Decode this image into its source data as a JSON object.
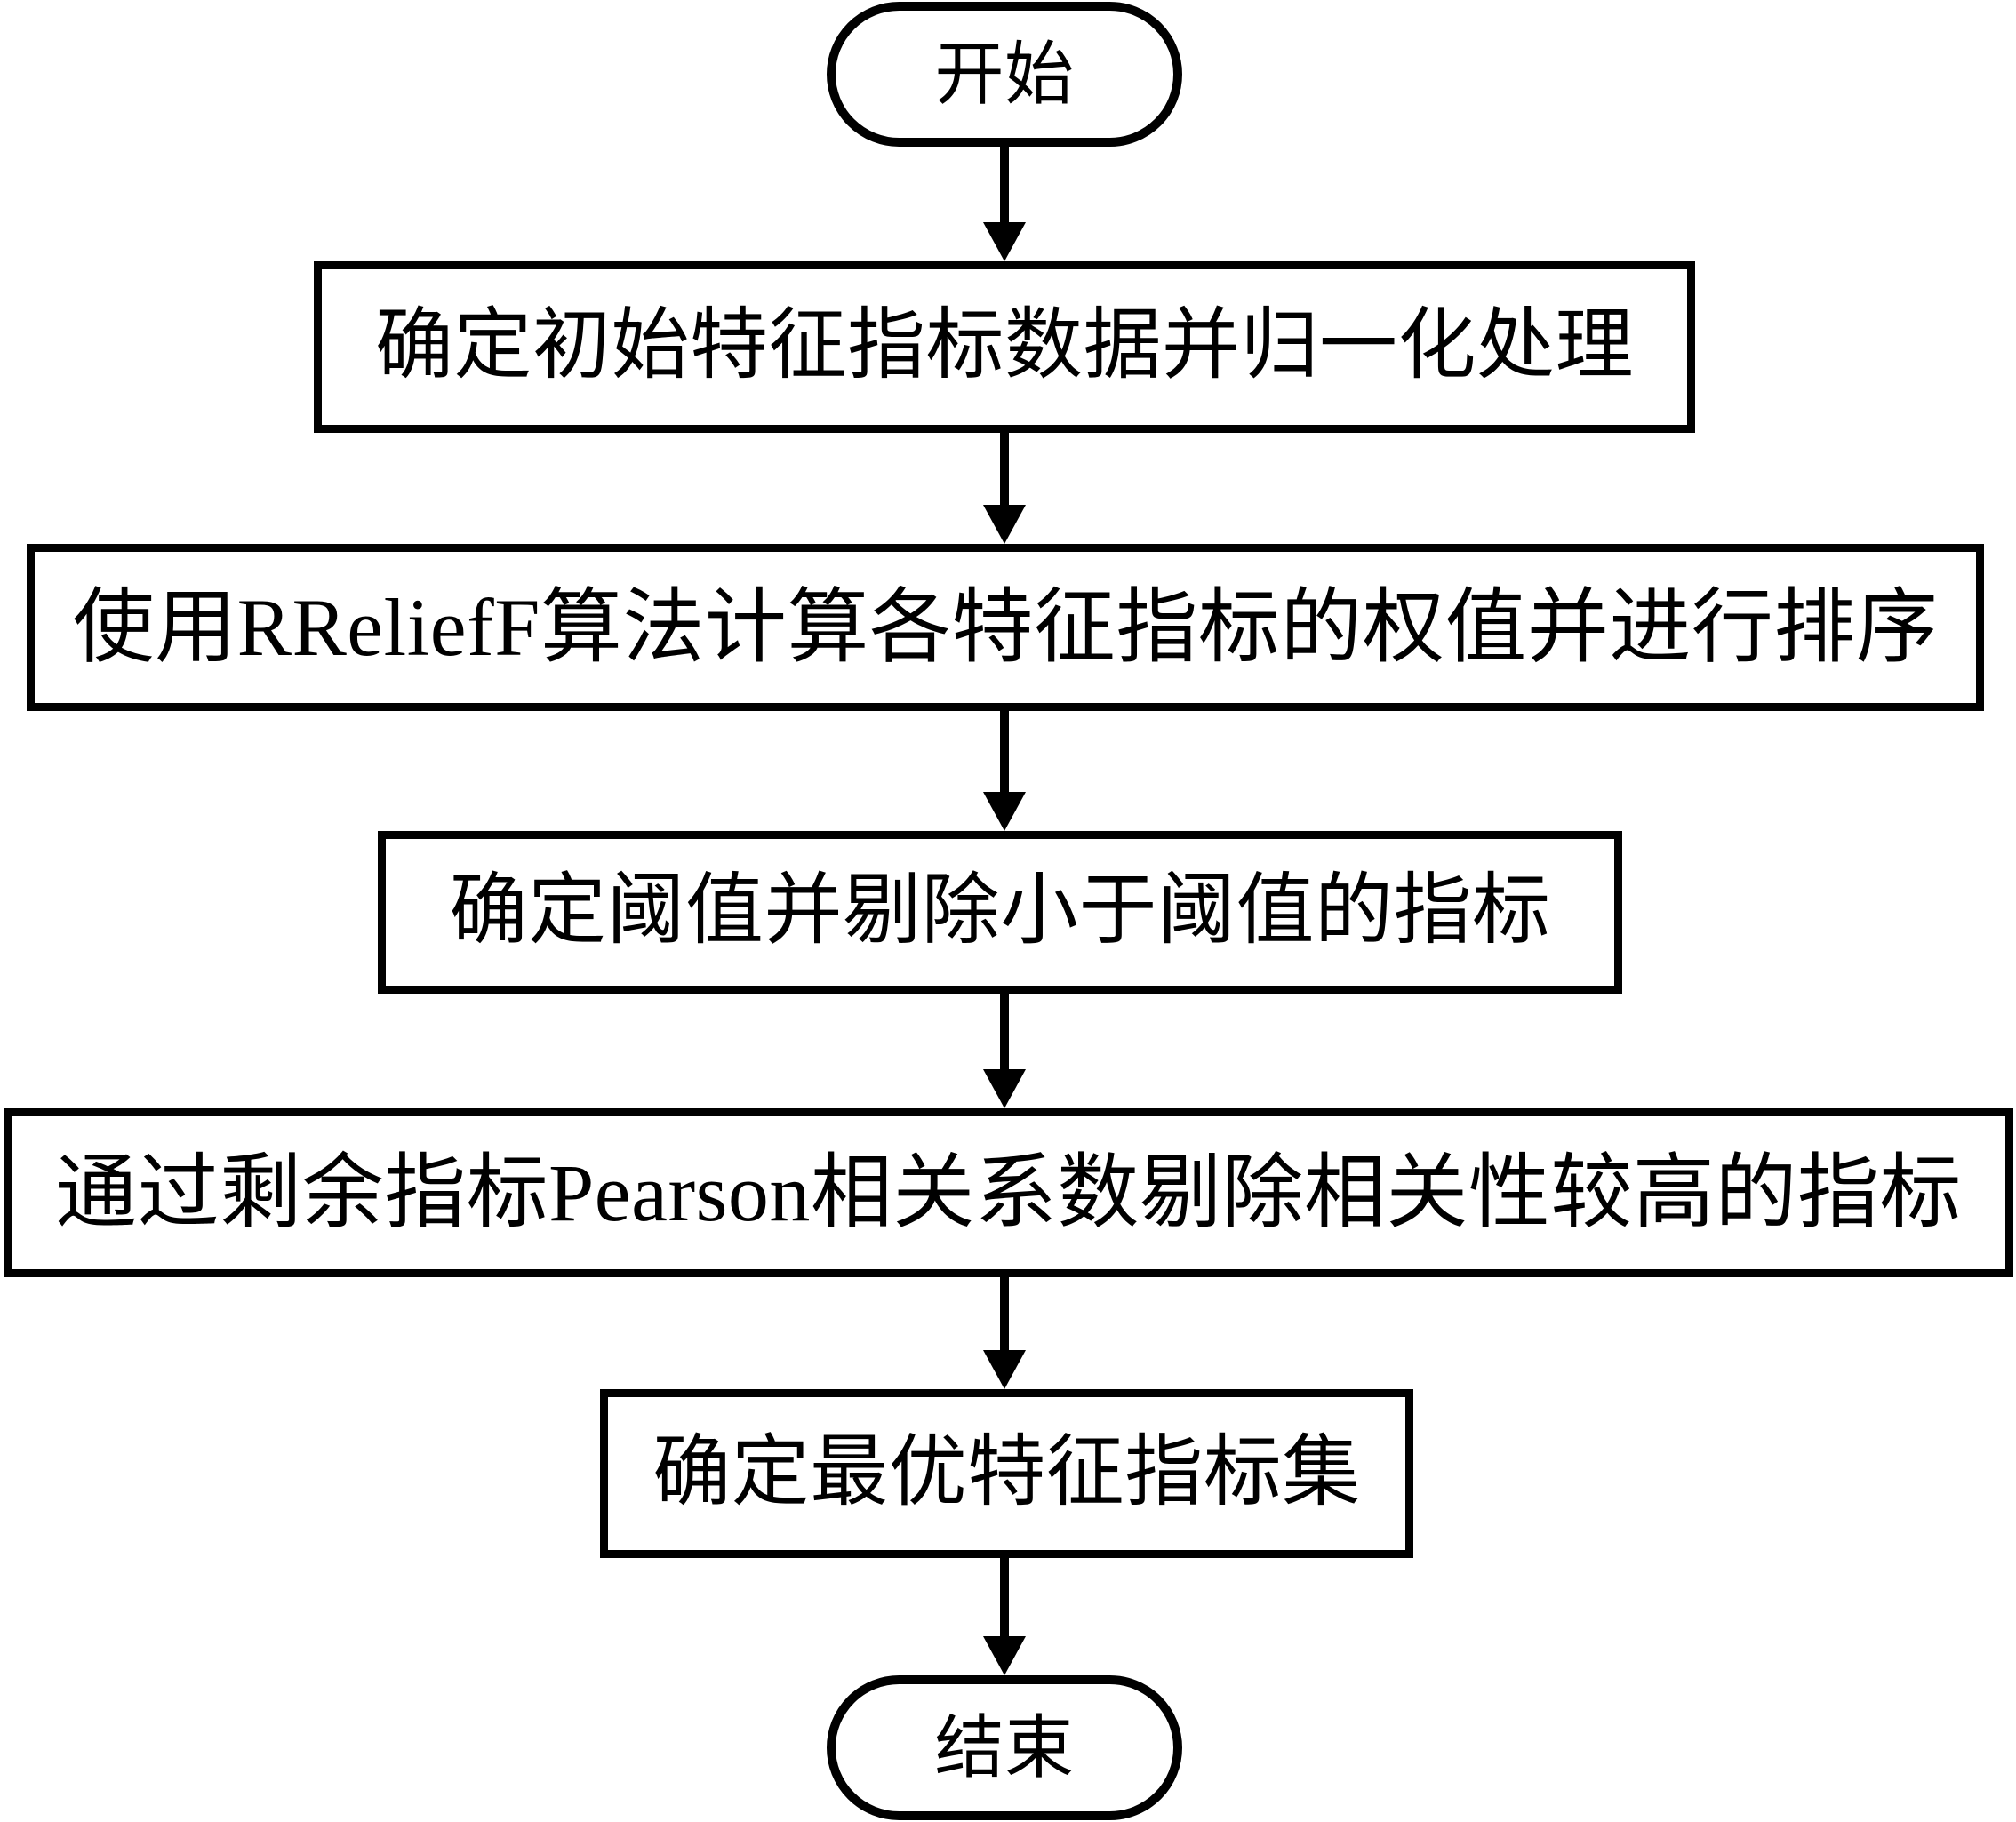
{
  "diagram": {
    "type": "flowchart",
    "orientation": "top-to-bottom",
    "background_color": "#ffffff",
    "stroke_color": "#000000",
    "text_color": "#000000",
    "nodes": [
      {
        "id": "start",
        "shape": "terminal",
        "label": "开始"
      },
      {
        "id": "normalize",
        "shape": "process",
        "label": "确定初始特征指标数据并归一化处理"
      },
      {
        "id": "rrelieff",
        "shape": "process",
        "label": "使用RReliefF算法计算各特征指标的权值并进行排序"
      },
      {
        "id": "threshold",
        "shape": "process",
        "label": "确定阈值并剔除小于阈值的指标"
      },
      {
        "id": "pearson",
        "shape": "process",
        "label": "通过剩余指标Pearson相关系数剔除相关性较高的指标"
      },
      {
        "id": "optimal",
        "shape": "process",
        "label": "确定最优特征指标集"
      },
      {
        "id": "end",
        "shape": "terminal",
        "label": "结束"
      }
    ],
    "edges": [
      {
        "id": "conn-1",
        "from": "start",
        "to": "normalize",
        "arrow": "filled-triangle-down"
      },
      {
        "id": "conn-2",
        "from": "normalize",
        "to": "rrelieff",
        "arrow": "filled-triangle-down"
      },
      {
        "id": "conn-3",
        "from": "rrelieff",
        "to": "threshold",
        "arrow": "filled-triangle-down"
      },
      {
        "id": "conn-4",
        "from": "threshold",
        "to": "pearson",
        "arrow": "filled-triangle-down"
      },
      {
        "id": "conn-5",
        "from": "pearson",
        "to": "optimal",
        "arrow": "filled-triangle-down"
      },
      {
        "id": "conn-6",
        "from": "optimal",
        "to": "end",
        "arrow": "filled-triangle-down"
      }
    ]
  }
}
